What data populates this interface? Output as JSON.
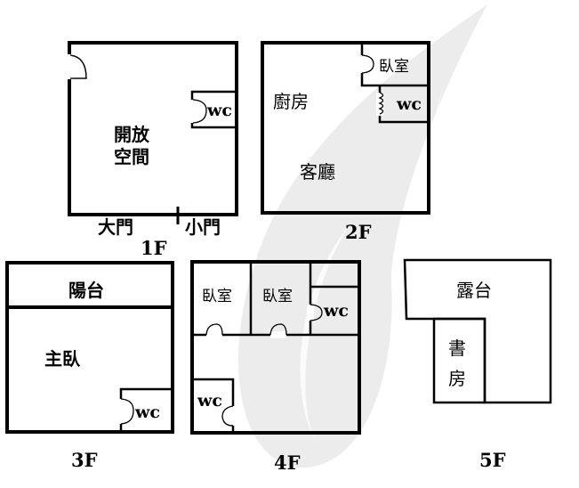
{
  "floors": {
    "f1": {
      "label": "1F",
      "open_space_line1": "開放",
      "open_space_line2": "空間",
      "wc": "wc",
      "main_door": "大門",
      "small_door": "小門"
    },
    "f2": {
      "label": "2F",
      "bedroom": "臥室",
      "wc": "wc",
      "kitchen": "廚房",
      "living_room": "客廳"
    },
    "f3": {
      "label": "3F",
      "balcony": "陽台",
      "master_bedroom": "主臥",
      "wc": "wc"
    },
    "f4": {
      "label": "4F",
      "bedroom_1": "臥室",
      "bedroom_2": "臥室",
      "wc_upper": "wc",
      "wc_lower": "wc"
    },
    "f5": {
      "label": "5F",
      "terrace": "露台",
      "study_line1": "書",
      "study_line2": "房"
    }
  },
  "colors": {
    "lines": "#000000",
    "background": "#ffffff",
    "watermark": "#ececec"
  }
}
